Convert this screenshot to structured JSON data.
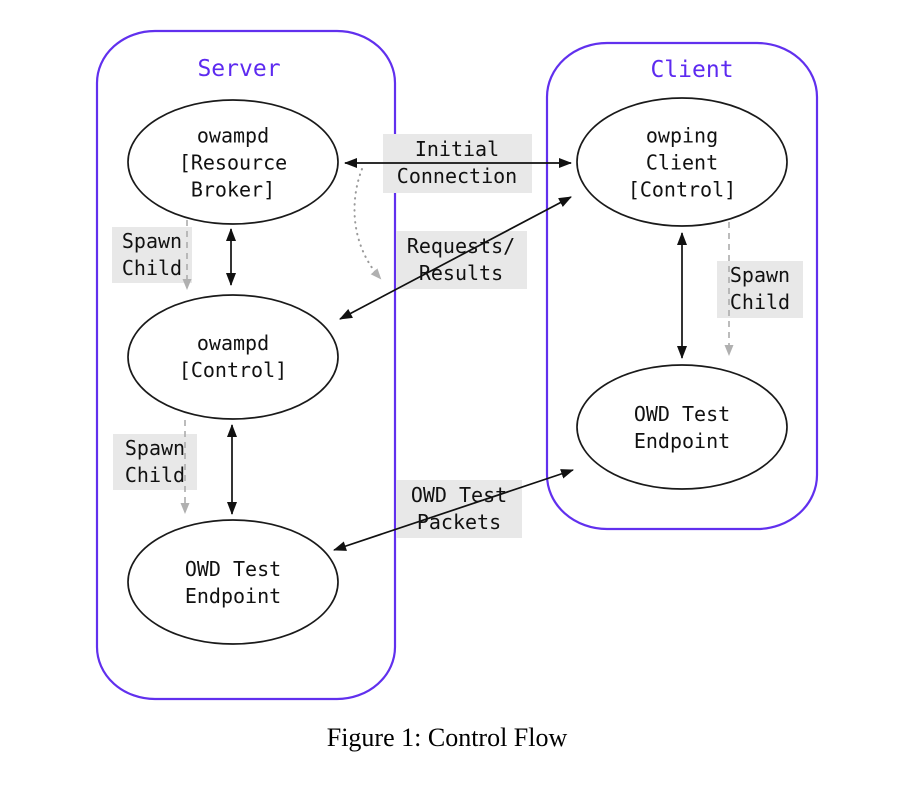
{
  "figure_caption": "Figure 1: Control Flow",
  "server": {
    "title": "Server",
    "nodes": {
      "resource_broker": "owampd\n[Resource\nBroker]",
      "control": "owampd\n[Control]",
      "owd_endpoint": "OWD Test\nEndpoint"
    },
    "spawn_child_upper": "Spawn\nChild",
    "spawn_child_lower": "Spawn\nChild"
  },
  "client": {
    "title": "Client",
    "nodes": {
      "owping": "owping\nClient\n[Control]",
      "owd_endpoint": "OWD Test\nEndpoint"
    },
    "spawn_child": "Spawn\nChild"
  },
  "edges": {
    "initial_connection": "Initial\nConnection",
    "requests_results": "Requests/\nResults",
    "owd_test_packets": "OWD Test\nPackets"
  },
  "colors": {
    "container_border": "#6130ee",
    "container_title": "#5d2af0",
    "label_background": "#e8e8e8",
    "arrow": "#111111",
    "spawn_arrow": "#b0b0b0",
    "node_border": "#1a1a1a"
  }
}
